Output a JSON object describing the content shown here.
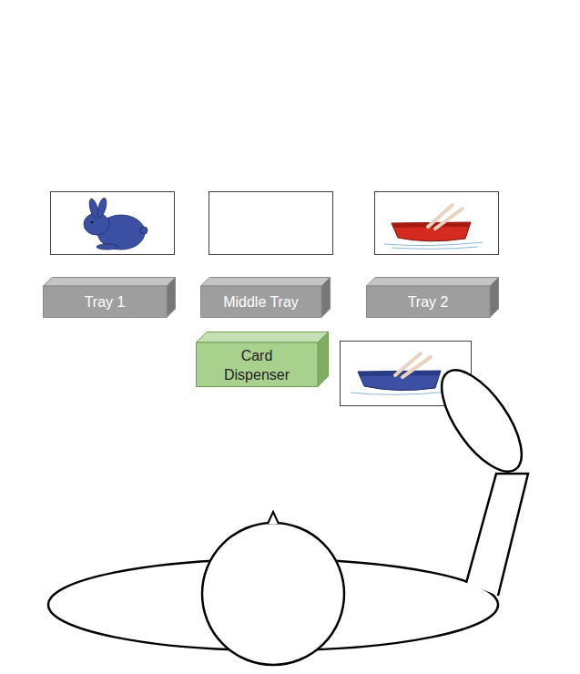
{
  "diagram": {
    "nodes": [
      {
        "text": [
          "Tray 1"
        ]
      },
      {
        "text": [
          "Middle Tray"
        ]
      },
      {
        "text": [
          "Tray 2"
        ]
      },
      {
        "text": [
          "Card Dispenser"
        ]
      }
    ]
  }
}
